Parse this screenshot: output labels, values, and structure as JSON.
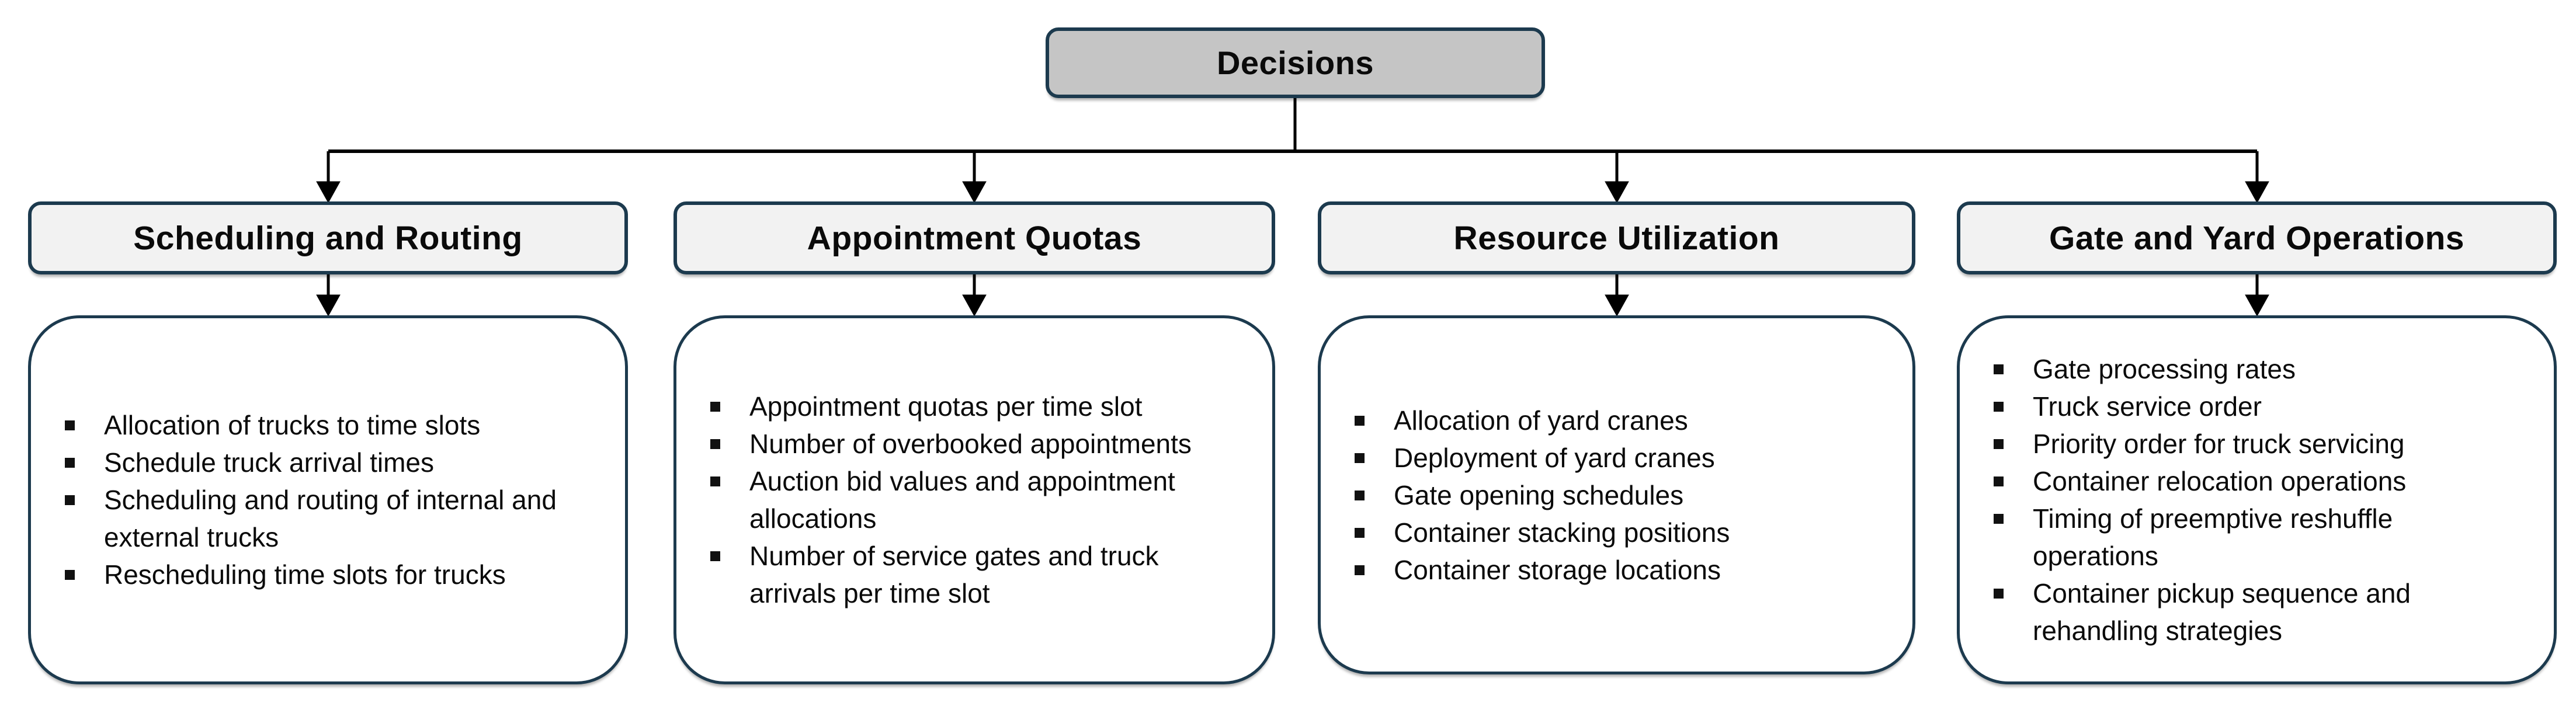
{
  "diagram": {
    "root": {
      "label": "Decisions"
    },
    "branches": [
      {
        "title": "Scheduling and Routing",
        "items": [
          "Allocation of trucks to time slots",
          "Schedule truck arrival times",
          "Scheduling and routing of internal and external trucks",
          "Rescheduling time slots for trucks"
        ]
      },
      {
        "title": "Appointment Quotas",
        "items": [
          "Appointment quotas per time slot",
          "Number of overbooked appointments",
          "Auction bid values and appointment allocations",
          "Number of service gates and truck arrivals per time slot"
        ]
      },
      {
        "title": "Resource Utilization",
        "items": [
          "Allocation of yard cranes",
          "Deployment of yard cranes",
          "Gate opening schedules",
          "Container stacking positions",
          "Container storage locations"
        ]
      },
      {
        "title": "Gate and Yard Operations",
        "items": [
          "Gate processing rates",
          "Truck service order",
          "Priority order for truck servicing",
          "Container relocation operations",
          "Timing of preemptive reshuffle operations",
          "Container pickup sequence and rehandling strategies"
        ]
      }
    ],
    "colors": {
      "border": "#1c3a4e",
      "root_fill": "#c5c5c5",
      "header_fill": "#f2f2f2",
      "content_fill": "#ffffff",
      "connector": "#000000",
      "text": "#0a0a0a"
    }
  }
}
